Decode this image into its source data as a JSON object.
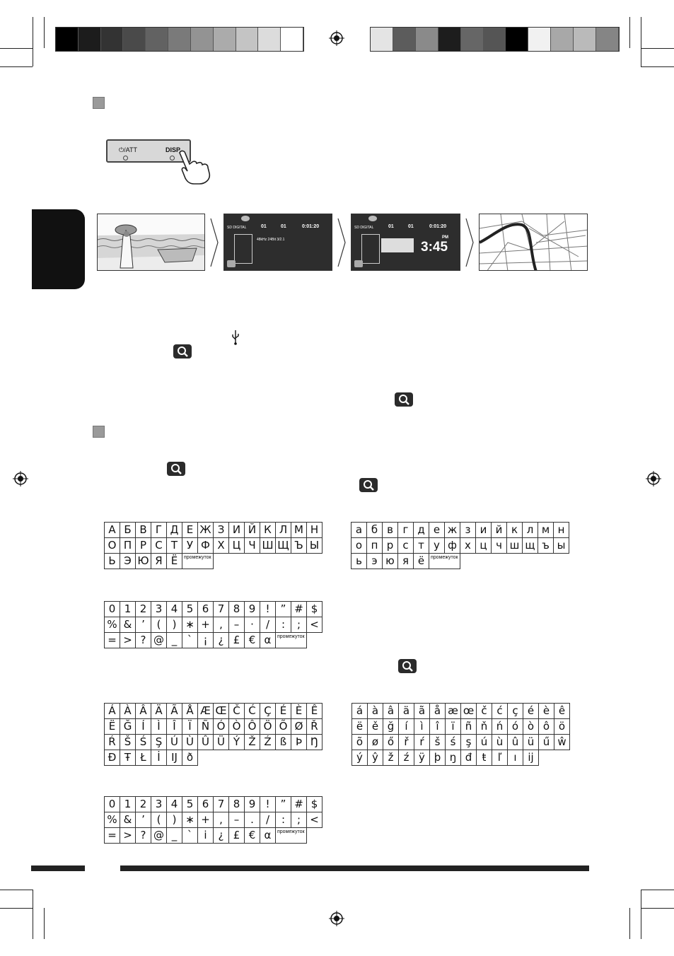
{
  "colors": {
    "left_bar": [
      "#000000",
      "#1c1c1c",
      "#333333",
      "#4a4a4a",
      "#626262",
      "#7a7a7a",
      "#939393",
      "#ababab",
      "#c4c4c4",
      "#dcdcdc",
      "#ffffff"
    ],
    "right_bar": [
      "#e4e4e4",
      "#5c5c5c",
      "#8a8a8a",
      "#1d1d1d",
      "#666666",
      "#555555",
      "#000000",
      "#f1f1f1",
      "#a8a8a8",
      "#bababa",
      "#858585"
    ],
    "section_square": "#9a9a9a"
  },
  "panel": {
    "power_label": "⏻/ATT",
    "disp_label": "DISP"
  },
  "screens": {
    "screen2": {
      "source": "SD DIGITAL",
      "track1": "01",
      "track2": "01",
      "time": "0:01:20",
      "format": "48kHz 24Bit 3/2.1"
    },
    "screen3": {
      "source": "SD DIGITAL",
      "track1": "01",
      "track2": "01",
      "time": "0:01:20",
      "clock": "3:45",
      "ampm": "PM"
    }
  },
  "icons": {
    "usb": "usb-icon",
    "magnifier": "magnifier-icon"
  },
  "tables": {
    "cyr_upper": [
      [
        "А",
        "Б",
        "В",
        "Г",
        "Д",
        "Е",
        "Ж",
        "З",
        "И",
        "Й",
        "К",
        "Л",
        "М",
        "Н"
      ],
      [
        "О",
        "П",
        "Р",
        "С",
        "Т",
        "У",
        "Ф",
        "Х",
        "Ц",
        "Ч",
        "Ш",
        "Щ",
        "Ъ",
        "Ы"
      ],
      [
        "Ь",
        "Э",
        "Ю",
        "Я",
        "Ё",
        "промежуток"
      ]
    ],
    "cyr_lower": [
      [
        "а",
        "б",
        "в",
        "г",
        "д",
        "е",
        "ж",
        "з",
        "и",
        "й",
        "к",
        "л",
        "м",
        "н"
      ],
      [
        "о",
        "п",
        "р",
        "с",
        "т",
        "у",
        "ф",
        "х",
        "ц",
        "ч",
        "ш",
        "щ",
        "ъ",
        "ы"
      ],
      [
        "ь",
        "э",
        "ю",
        "я",
        "ё",
        "промежуток"
      ]
    ],
    "symbols": [
      [
        "0",
        "1",
        "2",
        "3",
        "4",
        "5",
        "6",
        "7",
        "8",
        "9",
        "!",
        "”",
        "#",
        "$"
      ],
      [
        "%",
        "&",
        "’",
        "(",
        ")",
        "∗",
        "+",
        ",",
        "–",
        "·",
        "/",
        ":",
        ";",
        "<"
      ],
      [
        "=",
        ">",
        "?",
        "@",
        "_",
        "`",
        "¡",
        "¿",
        "£",
        "€",
        "α",
        "промежуток"
      ]
    ],
    "latin_upper": [
      [
        "Á",
        "À",
        "Â",
        "Ä",
        "Ã",
        "Å",
        "Æ",
        "Œ",
        "Č",
        "Ć",
        "Ç",
        "É",
        "È",
        "Ê"
      ],
      [
        "Ë",
        "Ğ",
        "Í",
        "Ì",
        "Î",
        "Ï",
        "Ñ",
        "Ó",
        "Ò",
        "Ô",
        "Ö",
        "Õ",
        "Ø",
        "Ř"
      ],
      [
        "Ŕ",
        "Š",
        "Ś",
        "Ş",
        "Ú",
        "Ù",
        "Û",
        "Ü",
        "Ý",
        "Ž",
        "Ź",
        "ß",
        "Þ",
        "Ŋ"
      ],
      [
        "Đ",
        "Ŧ",
        "Ł",
        "İ",
        "IJ",
        "ð"
      ]
    ],
    "latin_lower": [
      [
        "á",
        "à",
        "â",
        "ä",
        "ã",
        "å",
        "æ",
        "œ",
        "č",
        "ć",
        "ç",
        "é",
        "è",
        "ê"
      ],
      [
        "ë",
        "ě",
        "ğ",
        "í",
        "ì",
        "î",
        "ï",
        "ñ",
        "ň",
        "ń",
        "ó",
        "ò",
        "ô",
        "ö"
      ],
      [
        "õ",
        "ø",
        "ő",
        "ř",
        "ŕ",
        "š",
        "ś",
        "ş",
        "ú",
        "ù",
        "û",
        "ü",
        "ű",
        "ŵ"
      ],
      [
        "ý",
        "ŷ",
        "ž",
        "ź",
        "ÿ",
        "þ",
        "ŋ",
        "đ",
        "ŧ",
        "ľ",
        "ı",
        "ij"
      ]
    ],
    "symbols2": [
      [
        "0",
        "1",
        "2",
        "3",
        "4",
        "5",
        "6",
        "7",
        "8",
        "9",
        "!",
        "”",
        "#",
        "$"
      ],
      [
        "%",
        "&",
        "’",
        "(",
        ")",
        "∗",
        "+",
        ",",
        "–",
        ".",
        "/",
        ":",
        ";",
        "<"
      ],
      [
        "=",
        ">",
        "?",
        "@",
        "_",
        "`",
        "i",
        "¿",
        "£",
        "€",
        "α",
        "промежуток"
      ]
    ]
  }
}
